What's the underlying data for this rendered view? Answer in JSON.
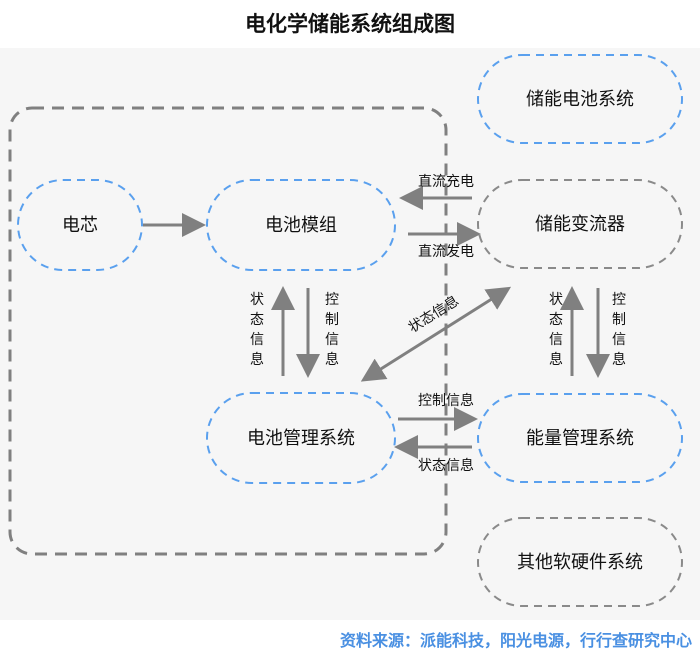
{
  "title": "电化学储能系统组成图",
  "source": "资料来源：派能科技，阳光电源，行行查研究中心",
  "colors": {
    "blue_node": "#5aa0ee",
    "gray_node": "#8a8a8a",
    "arrow": "#808080",
    "source_text": "#4a90e2"
  },
  "nodes": {
    "cell": "电芯",
    "module": "电池模组",
    "bms": "电池管理系统",
    "battery_system": "储能电池系统",
    "pcs": "储能变流器",
    "ems": "能量管理系统",
    "other": "其他软硬件系统"
  },
  "edges": {
    "dc_charge": "直流充电",
    "dc_discharge": "直流发电",
    "diag_status": "状态信息",
    "ctrl_info": "控制信息",
    "status_info": "状态信息",
    "left_up": [
      "状",
      "态",
      "信",
      "息"
    ],
    "left_down": [
      "控",
      "制",
      "信",
      "息"
    ],
    "right_up": [
      "状",
      "态",
      "信",
      "息"
    ],
    "right_down": [
      "控",
      "制",
      "信",
      "息"
    ]
  }
}
